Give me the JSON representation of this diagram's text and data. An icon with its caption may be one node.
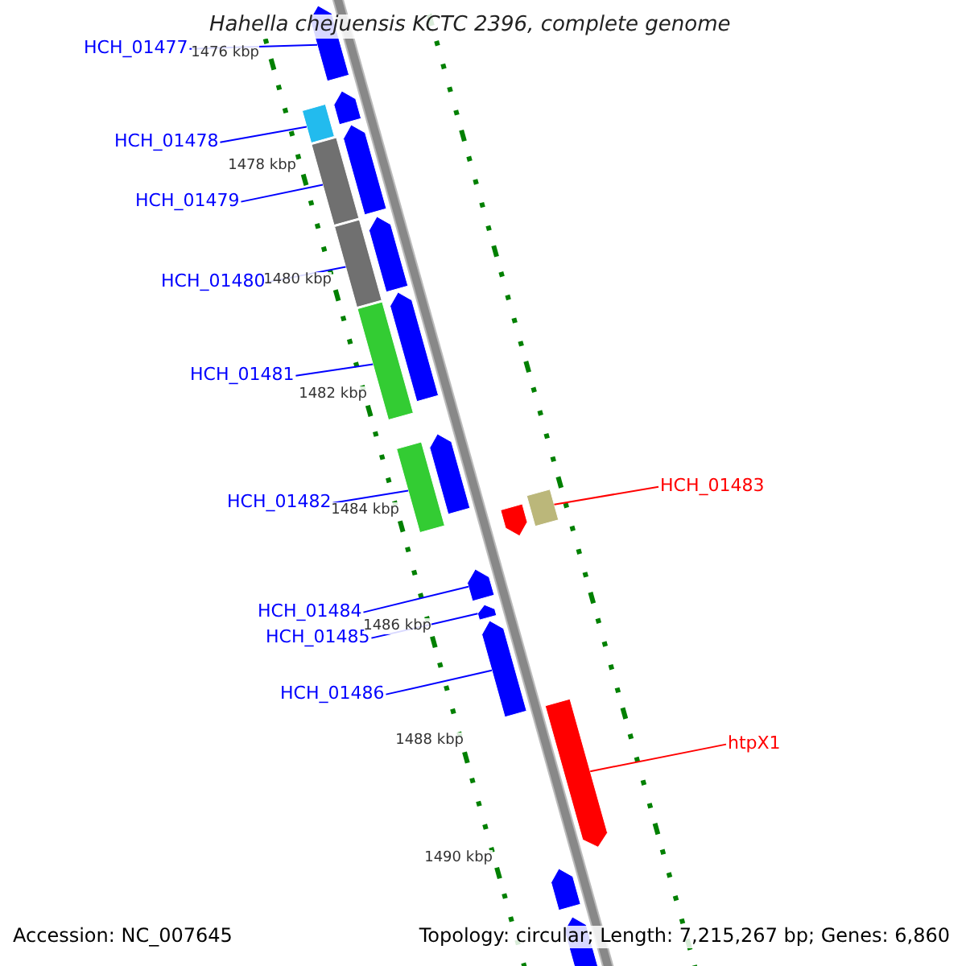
{
  "diagram": {
    "title": "Hahella chejuensis KCTC 2396, complete genome",
    "nodes": [
      {
        "text": [
          "HCH_01477"
        ]
      },
      {
        "text": [
          "HCH_01478"
        ]
      },
      {
        "text": [
          "HCH_01479"
        ]
      },
      {
        "text": [
          "HCH_01480"
        ]
      },
      {
        "text": [
          "HCH_01481"
        ]
      },
      {
        "text": [
          "HCH_01482"
        ]
      },
      {
        "text": [
          "HCH_01483"
        ]
      },
      {
        "text": [
          "HCH_01484"
        ]
      },
      {
        "text": [
          "HCH_01485"
        ]
      },
      {
        "text": [
          "HCH_01486"
        ]
      },
      {
        "text": [
          "htpX1"
        ]
      },
      {
        "text": [],
        "shape": "bar"
      },
      {
        "text": [],
        "shape": "bar"
      },
      {
        "text": [],
        "shape": "bar"
      },
      {
        "text": [],
        "shape": "bar"
      },
      {
        "text": [],
        "shape": "bar"
      },
      {
        "text": [],
        "shape": "bar"
      },
      {
        "text": [],
        "shape": "bar"
      },
      {
        "text": [],
        "shape": "bar"
      },
      {
        "text": [],
        "shape": "bar"
      },
      {
        "text": [],
        "shape": "bar"
      },
      {
        "text": [],
        "shape": "bar"
      },
      {
        "text": [],
        "shape": "bar"
      },
      {
        "text": [],
        "shape": "bar"
      },
      {
        "text": [],
        "shape": "bar"
      },
      {
        "text": [],
        "shape": "bar"
      },
      {
        "text": [],
        "shape": "bar"
      },
      {
        "text": [],
        "shape": "bar"
      },
      {
        "text": [],
        "shape": "bar"
      },
      {
        "text": [],
        "shape": "bar"
      }
    ],
    "edges": [
      {
        "from": 0,
        "to": 11,
        "arrow": "none"
      },
      {
        "from": 1,
        "to": 12,
        "arrow": "none"
      },
      {
        "from": 2,
        "to": 13,
        "arrow": "none"
      },
      {
        "from": 3,
        "to": 14,
        "arrow": "none"
      },
      {
        "from": 4,
        "to": 15,
        "arrow": "none"
      },
      {
        "from": 5,
        "to": 16,
        "arrow": "none"
      },
      {
        "from": 6,
        "to": 17,
        "arrow": "none",
        "color": "#ff0000"
      },
      {
        "from": 7,
        "to": 18,
        "arrow": "none"
      },
      {
        "from": 8,
        "to": 19,
        "arrow": "none"
      },
      {
        "from": 9,
        "to": 20,
        "arrow": "none"
      },
      {
        "from": 10,
        "to": 21,
        "arrow": "none",
        "color": "#ff0000"
      }
    ],
    "labels": [
      "1476 kbp",
      "1478 kbp",
      "1480 kbp",
      "1482 kbp",
      "1484 kbp",
      "1486 kbp",
      "1488 kbp",
      "1490 kbp",
      "Accession: NC_007645",
      "Topology: circular; Length: 7,215,267 bp; Genes: 6,860"
    ]
  }
}
